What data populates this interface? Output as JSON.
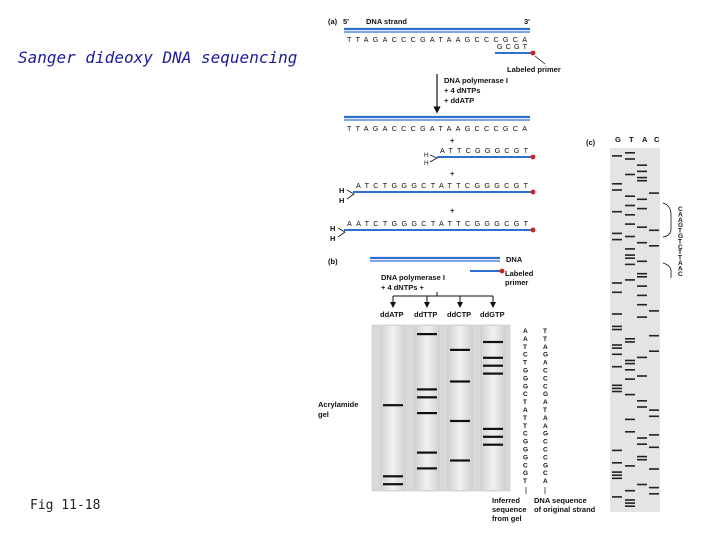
{
  "slide": {
    "title": "Sanger dideoxy DNA sequencing",
    "fig_label": "Fig 11-18"
  },
  "panel_a": {
    "tag": "(a)",
    "five_prime": "5′",
    "three_prime": "3′",
    "strand_label": "DNA strand",
    "template_seq": "TTAGACCCGATAAGCCCGCA",
    "primer_seq": "GCGT",
    "primer_label": "Labeled primer",
    "reagents": [
      "DNA polymerase I",
      "+ 4 dNTPs",
      "+ ddATP"
    ],
    "plus": "+",
    "h": "H",
    "products": [
      "ATTCGGGCGT",
      "ATCTGGGCTATTCGGGCGT",
      "AATCTGGGCTATTCGGGCGT"
    ]
  },
  "panel_b": {
    "tag": "(b)",
    "dna_label": "DNA",
    "primer_label": [
      "Labeled",
      "primer"
    ],
    "reagents": [
      "DNA polymerase I",
      "+ 4 dNTPs +"
    ],
    "lanes": [
      "ddATP",
      "ddTTP",
      "ddCTP",
      "ddGTP"
    ],
    "gel_label": [
      "Acrylamide",
      "gel"
    ],
    "inferred_seq": "AATCTGGGCTATTCGGGCGT",
    "original_seq": "TTAGACCCGATAAGCCCGCA",
    "inferred_label": [
      "Inferred",
      "sequence",
      "from gel"
    ],
    "original_label": [
      "DNA sequence",
      "of original strand"
    ]
  },
  "panel_c": {
    "tag": "(c)",
    "lanes": [
      "G",
      "T",
      "A",
      "C"
    ],
    "bracket_seq_1": "CAAGTG",
    "bracket_seq_2": "TCTTAAC"
  },
  "colors": {
    "title": "#1c1c9a",
    "strand": "#2f6fd0",
    "primer_dot": "#d02020",
    "gel": "#d9d9d9",
    "band": "#111111"
  }
}
